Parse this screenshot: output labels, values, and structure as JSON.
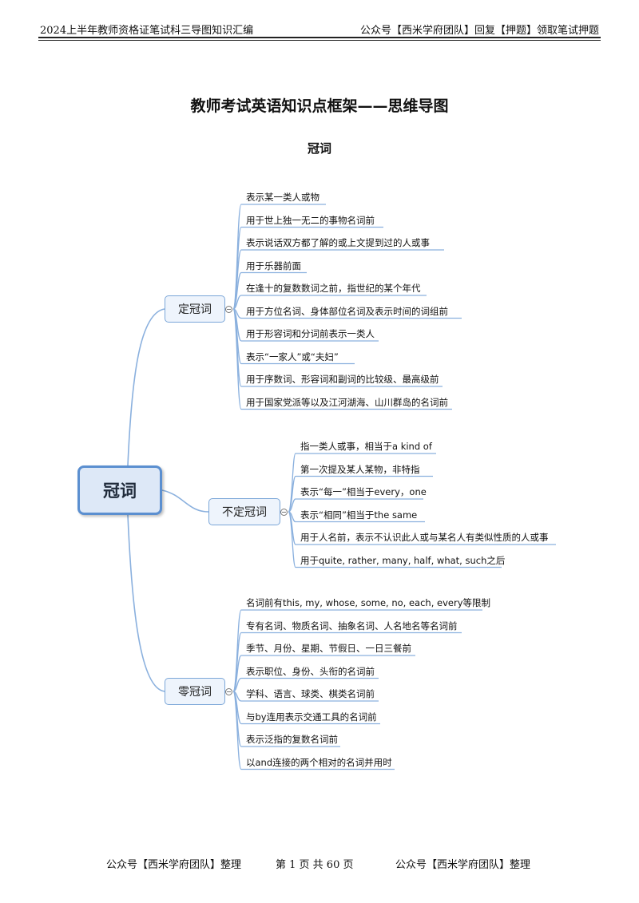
{
  "header": {
    "left": "2024上半年教师资格证笔试科三导图知识汇编",
    "right": "公众号【西米学府团队】回复【押题】领取笔试押题"
  },
  "title": "教师考试英语知识点框架——思维导图",
  "subtitle": "冠词",
  "mindmap": {
    "root": "冠词",
    "branches": [
      {
        "label": "定冠词",
        "items": [
          "表示某一类人或物",
          "用于世上独一无二的事物名词前",
          "表示说话双方都了解的或上文提到过的人或事",
          "用于乐器前面",
          "在逢十的复数数词之前，指世纪的某个年代",
          "用于方位名词、身体部位名词及表示时间的词组前",
          "用于形容词和分词前表示一类人",
          "表示“一家人”或“夫妇”",
          "用于序数词、形容词和副词的比较级、最高级前",
          "用于国家党派等以及江河湖海、山川群岛的名词前"
        ]
      },
      {
        "label": "不定冠词",
        "items": [
          "指一类人或事，相当于a kind of",
          "第一次提及某人某物，非特指",
          "表示“每一”相当于every，one",
          "表示“相同”相当于the same",
          "用于人名前，表示不认识此人或与某名人有类似性质的人或事",
          "用于quite, rather, many, half, what, such之后"
        ]
      },
      {
        "label": "零冠词",
        "items": [
          "名词前有this, my, whose, some, no, each, every等限制",
          "专有名词、物质名词、抽象名词、人名地名等名词前",
          "季节、月份、星期、节假日、一日三餐前",
          "表示职位、身份、头衔的名词前",
          "学科、语言、球类、棋类名词前",
          "与by连用表示交通工具的名词前",
          "表示泛指的复数名词前",
          "以and连接的两个相对的名词并用时"
        ]
      }
    ]
  },
  "footer": {
    "left": "公众号【西米学府团队】整理",
    "page": "第 1 页 共 60 页",
    "right": "公众号【西米学府团队】整理"
  }
}
